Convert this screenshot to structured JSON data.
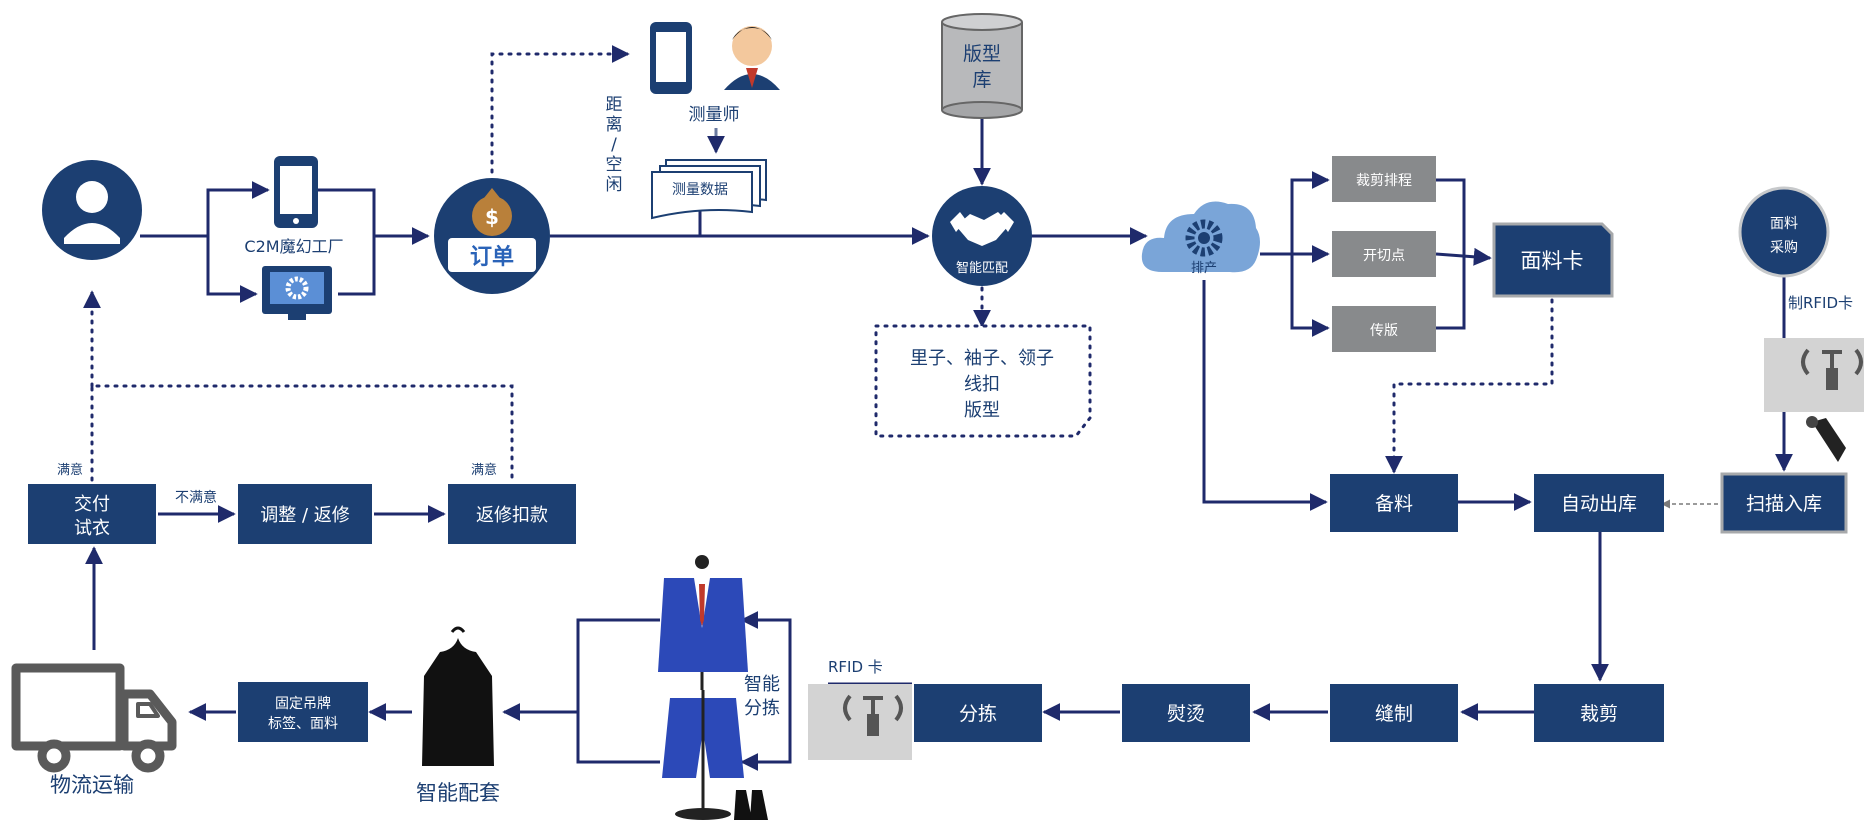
{
  "colors": {
    "navy": "#1c3f72",
    "line": "#1f2a6b",
    "gray_box": "#888a8c",
    "rfid_panel": "#d3d3d3",
    "cloud": "#7aa5d8",
    "cylinder": "#b8b9bb",
    "suit_blue": "#2c49b8",
    "truck": "#5a5a5a"
  },
  "nodes": {
    "customer": {
      "icon": "user-icon"
    },
    "c2m": "C2M魔幻工厂",
    "order": "订单",
    "measurer": "测量师",
    "distance_idle": [
      "距",
      "离",
      "/",
      "空",
      "闲"
    ],
    "measure_data": "测量数据",
    "pattern_lib": [
      "版型",
      "库"
    ],
    "smart_match": "智能匹配",
    "match_output": [
      "里子、袖子、领子",
      "线扣",
      "版型"
    ],
    "schedule": "排产",
    "cut_schedule": "裁剪排程",
    "cut_point": "开切点",
    "pass_pattern": "传版",
    "fabric_card": "面料卡",
    "fabric_purchase": [
      "面料",
      "采购"
    ],
    "make_rfid": "制RFID卡",
    "scan_in": "扫描入库",
    "auto_out": "自动出库",
    "prepare": "备料",
    "cutting": "裁剪",
    "sewing": "缝制",
    "ironing": "熨烫",
    "sorting": "分拣",
    "rfid_card": "RFID 卡",
    "smart_sort": [
      "智能",
      "分拣"
    ],
    "smart_set": "智能配套",
    "tag": [
      "固定吊牌",
      "标签、面料"
    ],
    "logistics": "物流运输",
    "delivery": [
      "交付",
      "试衣"
    ],
    "adjust": "调整 / 返修",
    "refund": "返修扣款",
    "satisfied_1": "满意",
    "not_satisfied": "不满意",
    "satisfied_2": "满意"
  }
}
